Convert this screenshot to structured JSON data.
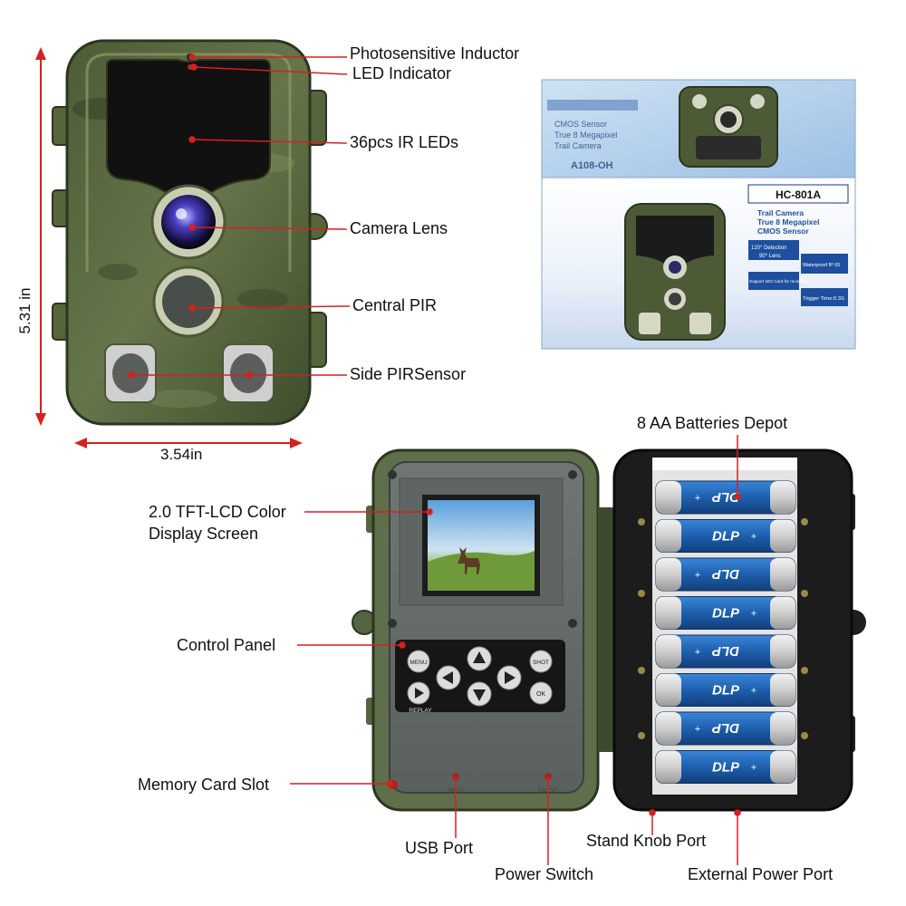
{
  "callouts": {
    "photosensitive_inductor": "Photosensitive Inductor",
    "led_indicator": "LED Indicator",
    "ir_leds": "36pcs IR LEDs",
    "camera_lens": "Camera Lens",
    "central_pir": "Central PIR",
    "side_pir": "Side PIRSensor",
    "batteries_depot": "8 AA Batteries Depot",
    "tft_display_line1": "2.0 TFT-LCD Color",
    "tft_display_line2": "Display Screen",
    "control_panel": "Control Panel",
    "memory_card_slot": "Memory Card Slot",
    "usb_port": "USB Port",
    "power_switch": "Power Switch",
    "stand_knob_port": "Stand Knob Port",
    "external_power_port": "External Power Port"
  },
  "dimensions": {
    "height": "5.31 in",
    "width": "3.54in"
  },
  "box": {
    "model": "HC-801A",
    "line1": "Trail Camera",
    "line2": "True 8 Megapixel",
    "line3": "CMOS Sensor",
    "badge_detection": "120° Detection",
    "badge_lens": "90° Lens",
    "badge_waterproof": "Waterproof IP 65",
    "badge_card": "Support 32G Card for recording",
    "trigger": "Trigger Time:0.3S"
  },
  "control_buttons": {
    "menu": "MENU",
    "shot": "SHOT",
    "ok": "OK",
    "replay": "REPLAY"
  },
  "battery_brand": "DLP",
  "port_labels": {
    "usb": "USB",
    "dc": "DC 6V"
  },
  "colors": {
    "callout_line": "#d62020",
    "dimension_arrow": "#d62020",
    "camo_dark": "#3b4a2c",
    "camo_mid": "#5c6c42",
    "battery_blue": "#1e5fae"
  }
}
